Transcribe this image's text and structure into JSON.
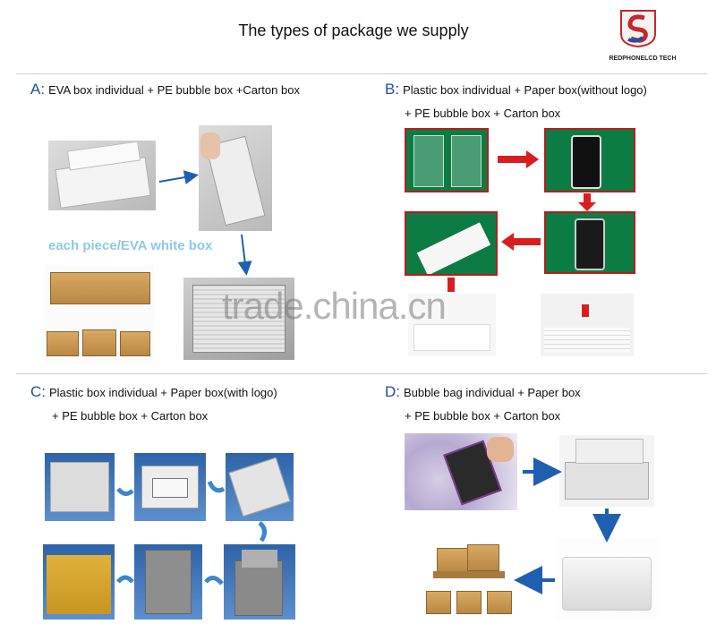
{
  "title": "The types of package we supply",
  "brand": {
    "name": "REDPHONELCD TECH",
    "logo_icon": "s-shield-logo-icon",
    "colors": {
      "red": "#c8262c",
      "blue": "#1f4fa0"
    }
  },
  "sections": {
    "a": {
      "letter": "A:",
      "heading": "EVA box individual + PE bubble box +Carton box",
      "caption": "each piece/EVA white box"
    },
    "b": {
      "letter": "B:",
      "heading": "Plastic box individual + Paper box(without logo)",
      "subline": "+ PE bubble box + Carton box"
    },
    "c": {
      "letter": "C:",
      "heading": "Plastic box individual + Paper box(with logo)",
      "subline": "+ PE bubble box + Carton box"
    },
    "d": {
      "letter": "D:",
      "heading": "Bubble bag individual + Paper box",
      "subline": "+ PE bubble box + Carton box"
    }
  },
  "watermark": "trade.china.cn",
  "colors": {
    "arrow_blue": "#1f5fb0",
    "arrow_red": "#d91e1e",
    "caption_blue": "#8fc8ea",
    "green_bg": "#0d7b44"
  }
}
